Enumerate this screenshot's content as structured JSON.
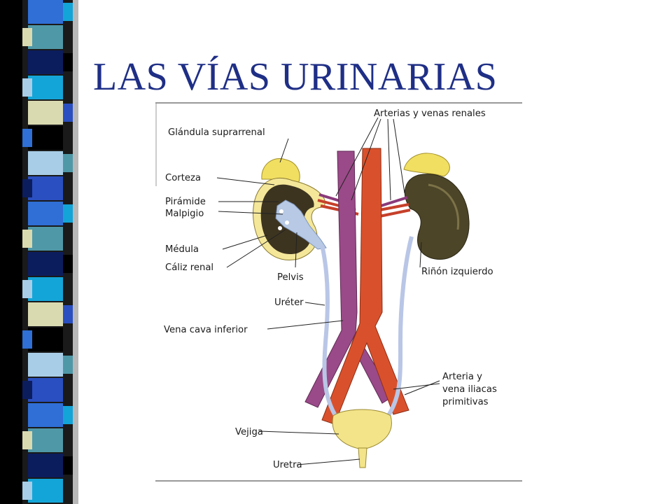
{
  "slide": {
    "title": "LAS VÍAS URINARIAS",
    "accent_color": "#1f2f86",
    "stripe_colors": [
      "#2f6fd6",
      "#4f98a8",
      "#0c1d5e",
      "#14a5d8",
      "#d9dab0",
      "#000000",
      "#a8cde6",
      "#2a4fc0"
    ]
  },
  "diagram": {
    "labels": {
      "adrenal": "Glándula suprarrenal",
      "renal_vessels": "Arterias y venas renales",
      "cortex": "Corteza",
      "pyramid": "Pirámide",
      "malpighi": "Malpigio",
      "medulla": "Médula",
      "calyx": "Cáliz renal",
      "pelvis": "Pelvis",
      "left_kidney": "Riñón izquierdo",
      "ureter": "Uréter",
      "vena_cava": "Vena cava inferior",
      "iliac_1": "Arteria y",
      "iliac_2": "vena iliacas",
      "iliac_3": "primitivas",
      "bladder": "Vejiga",
      "urethra": "Uretra"
    }
  }
}
